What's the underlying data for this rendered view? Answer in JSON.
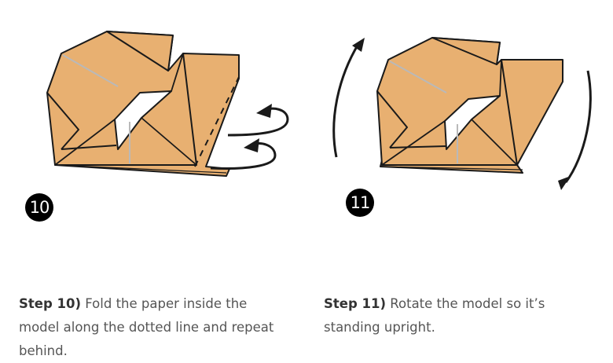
{
  "steps": [
    {
      "number": "10",
      "lead": "Step 10)",
      "text": " Fold the paper inside the model along the dotted line and repeat behind."
    },
    {
      "number": "11",
      "lead": "Step 11)",
      "text": " Rotate the model so it’s standing upright."
    }
  ],
  "colors": {
    "paper": "#E8B071",
    "paper_shadow": "#D9A262",
    "outline": "#1a1a1a",
    "crease": "#b9b9b9",
    "inside": "#ffffff",
    "badge": "#000000",
    "caption_lead": "#333333",
    "caption_text": "#555555"
  }
}
